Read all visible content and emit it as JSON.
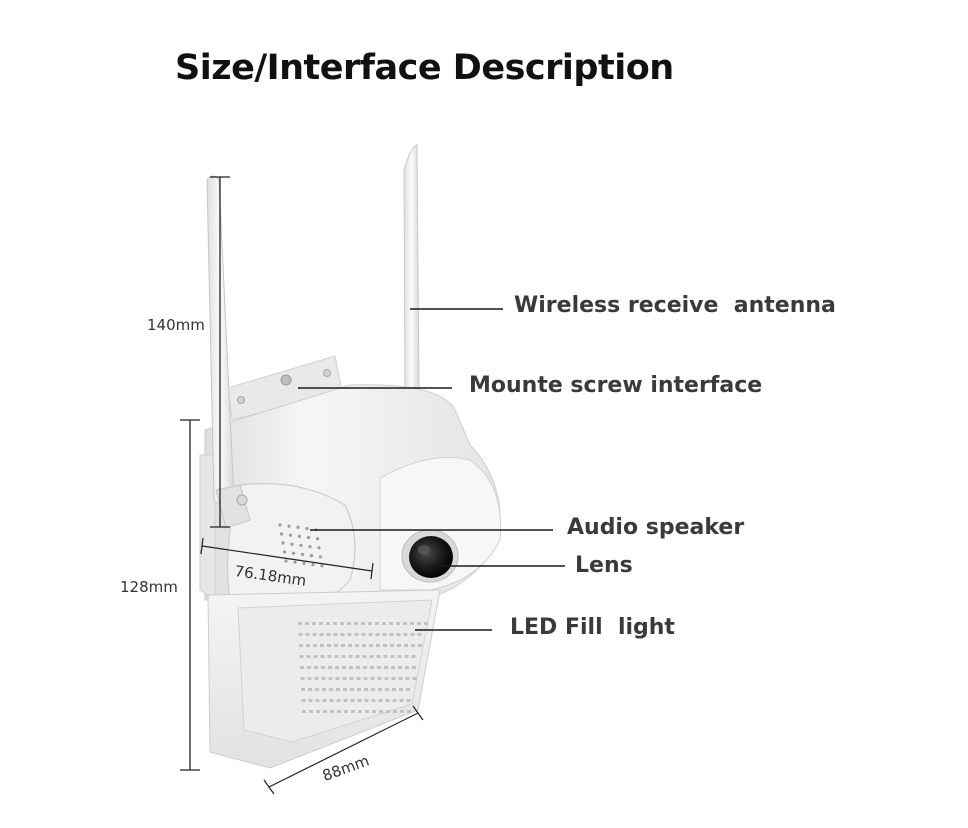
{
  "title": "Size/Interface Description",
  "callouts": {
    "antenna": "Wireless receive  antenna",
    "mount_screw": "Mounte screw interface",
    "speaker": "Audio speaker",
    "lens": "Lens",
    "led": "LED Fill  light"
  },
  "dimensions": {
    "antenna_height": "140mm",
    "body_height": "128mm",
    "body_width_top": "76.18mm",
    "body_width_bottom": "88mm"
  },
  "colors": {
    "title": "#111111",
    "callout_text": "#3a3a3a",
    "leader_line": "#1a1a1a",
    "device_body": "#f1f1f1",
    "device_shadow": "#d4d4d4",
    "lens": "#1b1b1b"
  }
}
